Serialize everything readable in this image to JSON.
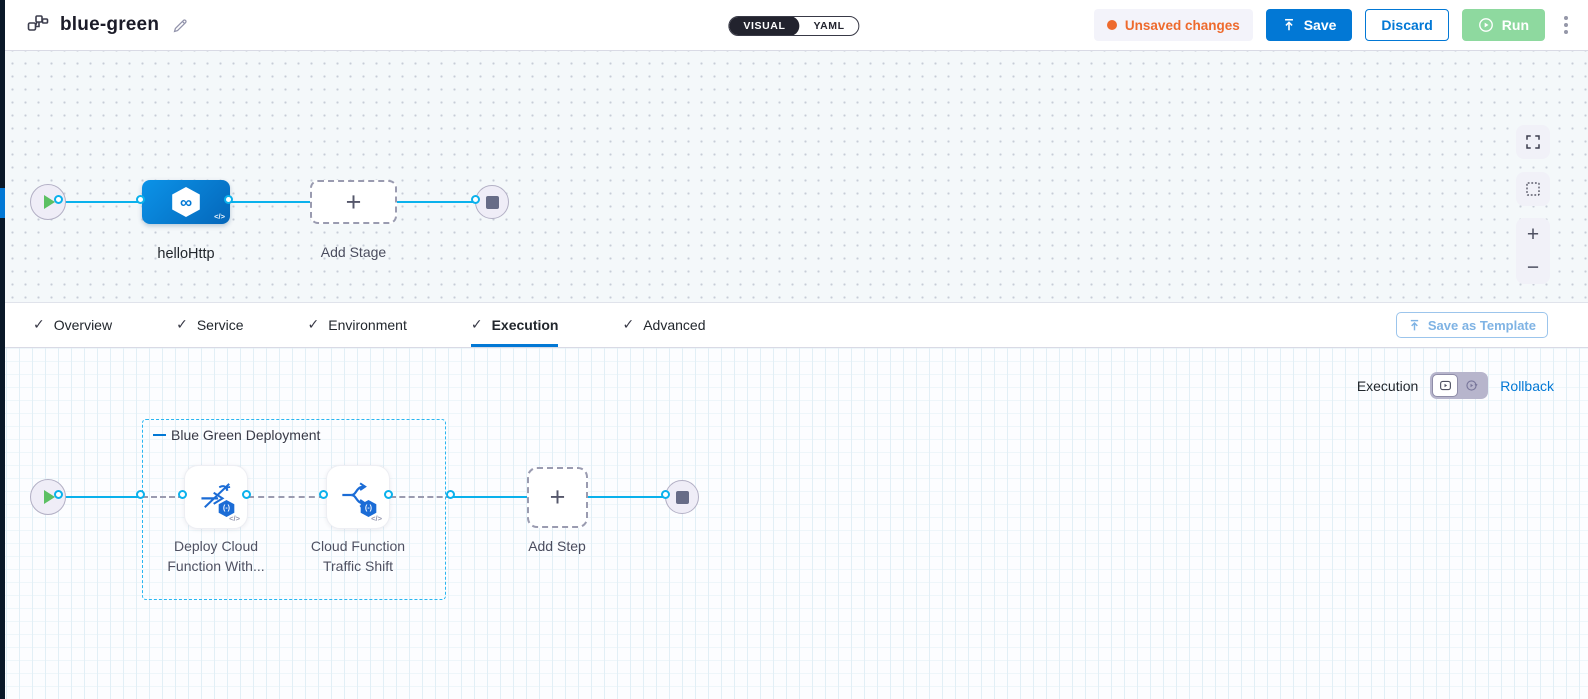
{
  "header": {
    "title": "blue-green",
    "toggle": {
      "visual": "VISUAL",
      "yaml": "YAML"
    },
    "unsaved": "Unsaved changes",
    "save": "Save",
    "discard": "Discard",
    "run": "Run"
  },
  "stage_canvas": {
    "stage_name": "helloHttp",
    "add_stage": "Add Stage"
  },
  "tabs": {
    "items": [
      {
        "label": "Overview"
      },
      {
        "label": "Service"
      },
      {
        "label": "Environment"
      },
      {
        "label": "Execution"
      },
      {
        "label": "Advanced"
      }
    ],
    "active": "Execution",
    "save_as_template": "Save as Template"
  },
  "execution_canvas": {
    "mode_label": "Execution",
    "rollback": "Rollback",
    "group_name": "Blue Green Deployment",
    "steps": [
      {
        "line1": "Deploy Cloud",
        "line2": "Function With..."
      },
      {
        "line1": "Cloud Function",
        "line2": "Traffic Shift"
      }
    ],
    "add_step": "Add Step"
  },
  "icons": {
    "check": "✓",
    "plus": "+",
    "minus": "−",
    "infinity": "∞",
    "code": "</>",
    "gcf_badge": "(-)"
  },
  "colors": {
    "primary_blue": "#0278d5",
    "connector_cyan": "#0ab1ec",
    "unsaved_orange": "#ee6a2d",
    "run_green_disabled": "#8ed99f",
    "play_green": "#5cc063",
    "toggle_dark": "#22232e"
  }
}
